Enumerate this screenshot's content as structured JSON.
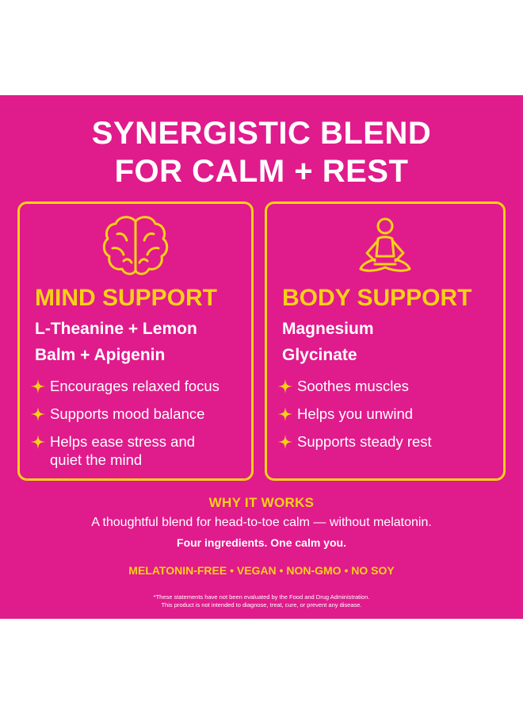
{
  "headline": {
    "line1": "SYNERGISTIC BLEND",
    "line2": "FOR CALM + REST"
  },
  "cards": [
    {
      "icon": "brain-icon",
      "title": "MIND SUPPORT",
      "subtitle_line1": "L-Theanine + Lemon",
      "subtitle_line2": "Balm + Apigenin",
      "bullets": [
        "Encourages relaxed focus",
        "Supports mood balance",
        "Helps ease stress and",
        "quiet the mind"
      ]
    },
    {
      "icon": "meditation-icon",
      "title": "BODY SUPPORT",
      "subtitle_line1": "Magnesium",
      "subtitle_line2": "Glycinate",
      "bullets": [
        "Soothes muscles",
        "Helps you unwind",
        "Supports steady rest"
      ]
    }
  ],
  "why": {
    "heading": "WHY IT WORKS",
    "line1": "A thoughtful blend for head-to-toe calm — without melatonin.",
    "line2": "Four ingredients. One calm you."
  },
  "badges": "MELATONIN-FREE • VEGAN • NON-GMO • NO SOY",
  "disclaimer": {
    "line1": "*These statements have not been evaluated by the Food and Drug Administration.",
    "line2": "This product is not intended to diagnose, treat, cure, or prevent any disease."
  },
  "colors": {
    "background": "#e01b8c",
    "accent": "#f7d117",
    "text": "#ffffff"
  }
}
